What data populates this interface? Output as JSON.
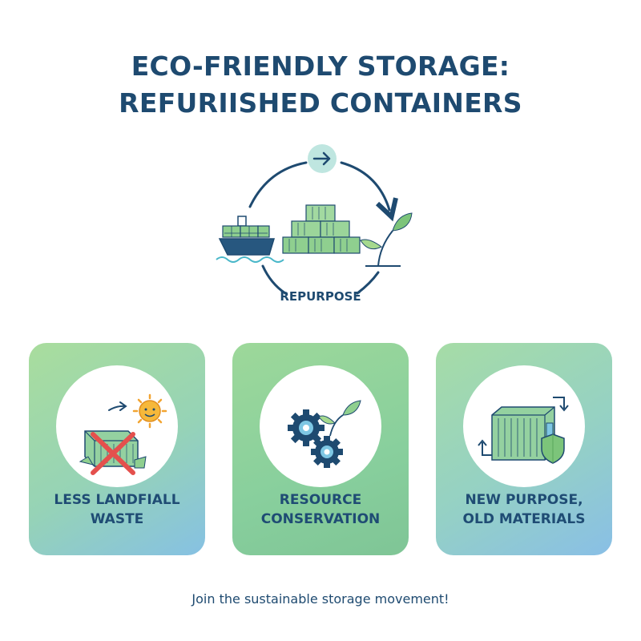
{
  "title": {
    "line1": "ECO-FRIENDLY STORAGE:",
    "line2": "REFURIISHED CONTAINERS"
  },
  "cycle": {
    "label": "REPURPOSE",
    "icons": [
      "arrow-right-icon",
      "cargo-ship-icon",
      "stacked-containers-icon",
      "sprout-icon"
    ]
  },
  "cards": [
    {
      "line1": "LESS LANDFIALL",
      "line2": "WASTE",
      "icons": [
        "container-crossed-icon",
        "sun-icon",
        "arrow-icon"
      ]
    },
    {
      "line1": "RESOURCE",
      "line2": "CONSERVATION",
      "icons": [
        "gears-icon",
        "leaf-icon"
      ]
    },
    {
      "line1": "NEW PURPOSE,",
      "line2": "OLD MATERIALS",
      "icons": [
        "container-icon",
        "shield-icon",
        "cycle-arrows-icon"
      ]
    }
  ],
  "footer": "Join the sustainable storage movement!",
  "colors": {
    "primary_text": "#1e4a70",
    "container_green": "#8fcf8f",
    "leaf_green": "#7cc47a",
    "accent_orange": "#f2a431",
    "cross_red": "#e4504d",
    "badge_bg": "#bfe6e0"
  }
}
